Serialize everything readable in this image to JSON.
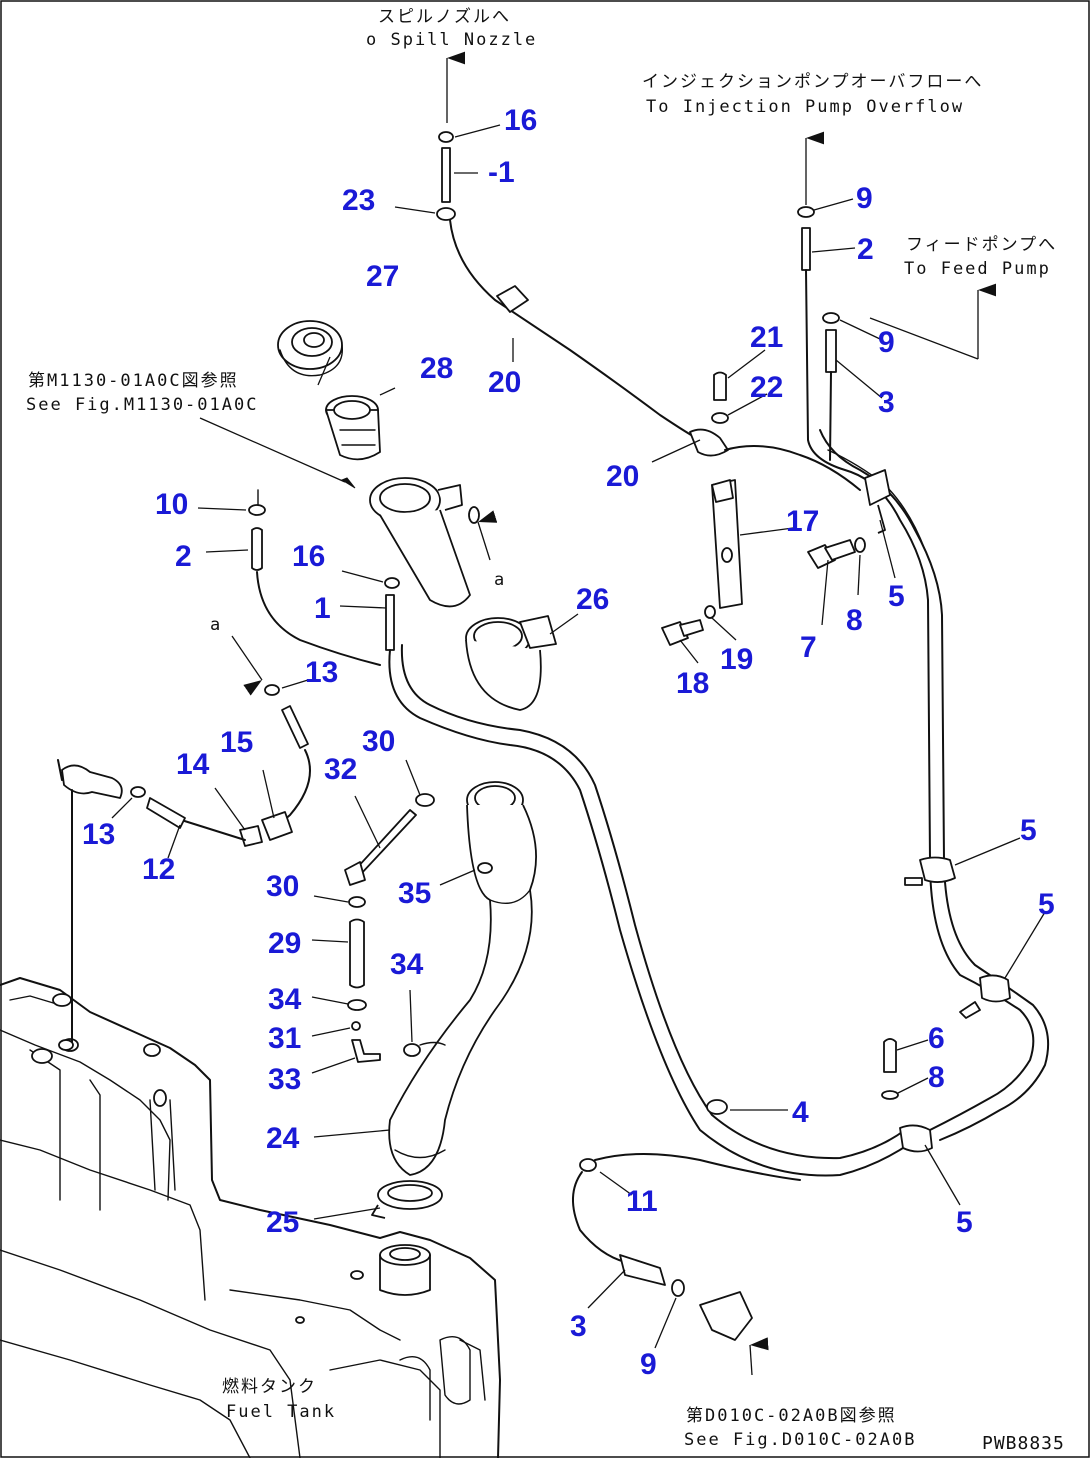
{
  "drawing_code": "PWB8835",
  "annotations": {
    "spill_nozzle_jp": "スピルノズルへ",
    "spill_nozzle_en": "o Spill Nozzle",
    "injection_pump_jp": "インジェクションポンプオーバフローへ",
    "injection_pump_en": "To Injection Pump Overflow",
    "feed_pump_jp": "フィードポンプへ",
    "feed_pump_en": "To Feed Pump",
    "fig_ref_top_jp": "第M1130-01A0C図参照",
    "fig_ref_top_en": "See Fig.M1130-01A0C",
    "fuel_tank_jp": "燃料タンク",
    "fuel_tank_en": "Fuel Tank",
    "fig_ref_bottom_jp": "第D010C-02A0B図参照",
    "fig_ref_bottom_en": "See Fig.D010C-02A0B",
    "mark_a_upper": "a",
    "mark_a_left": "a"
  },
  "part_numbers": [
    "16",
    "-1",
    "23",
    "27",
    "20",
    "28",
    "10",
    "2",
    "16",
    "1",
    "26",
    "13",
    "15",
    "14",
    "30",
    "32",
    "13",
    "12",
    "30",
    "35",
    "29",
    "34",
    "34",
    "31",
    "33",
    "24",
    "25",
    "9",
    "2",
    "9",
    "3",
    "21",
    "22",
    "20",
    "17",
    "5",
    "8",
    "7",
    "18",
    "19",
    "5",
    "5",
    "6",
    "8",
    "4",
    "5",
    "11",
    "3",
    "9"
  ]
}
